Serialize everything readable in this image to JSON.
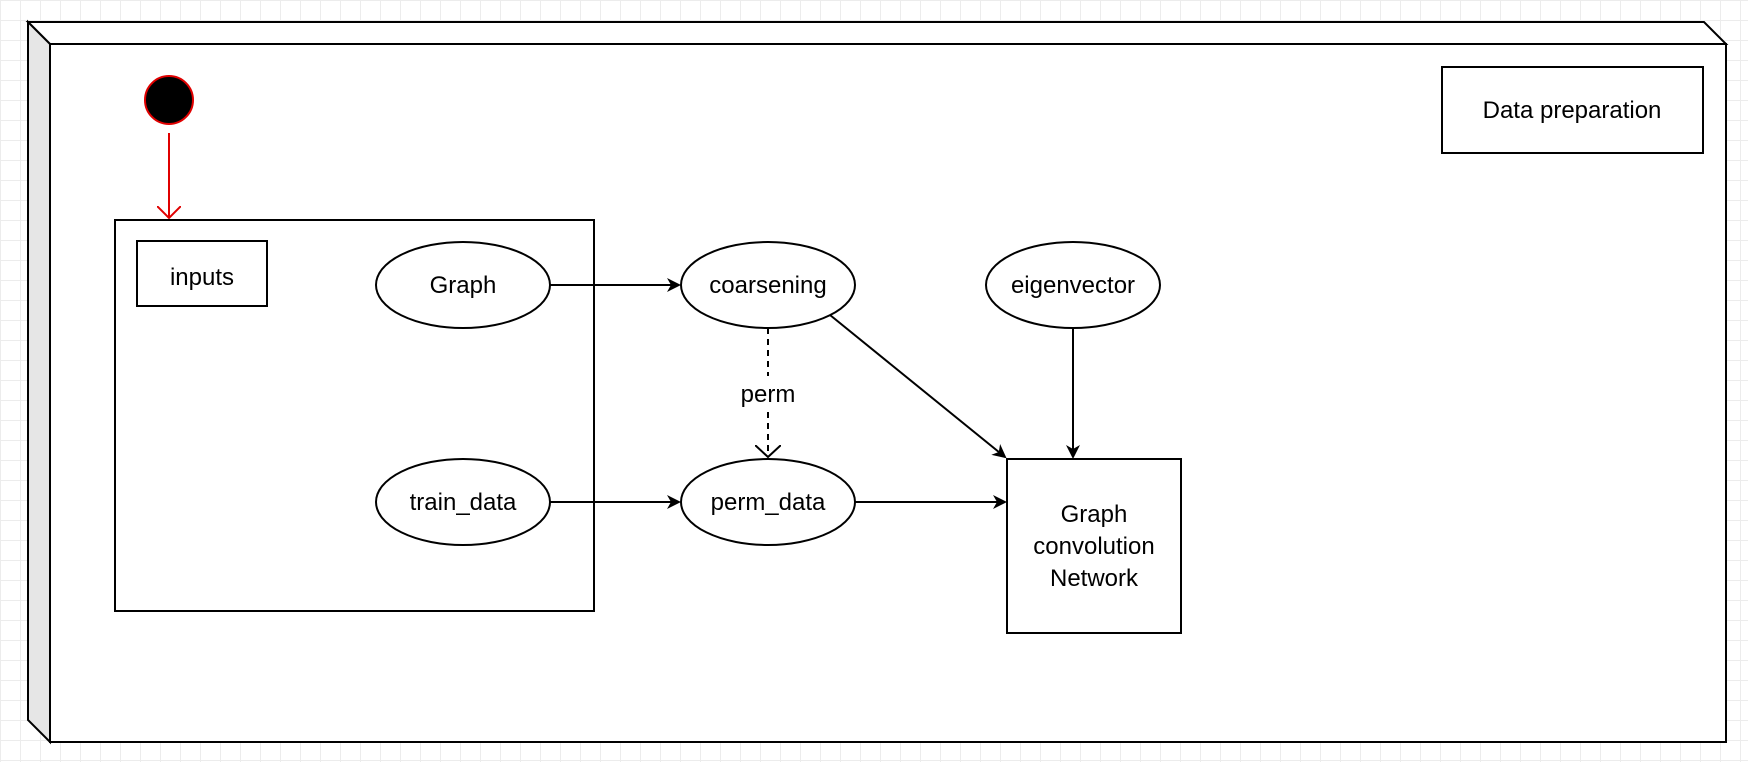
{
  "diagram": {
    "frame_label": "Data preparation",
    "inputs_label": "inputs",
    "nodes": {
      "graph": "Graph",
      "train_data": "train_data",
      "coarsening": "coarsening",
      "perm_data": "perm_data",
      "eigenvector": "eigenvector",
      "gcn_line1": "Graph",
      "gcn_line2": "convolution",
      "gcn_line3": "Network"
    },
    "edge_labels": {
      "perm": "perm"
    }
  },
  "colors": {
    "stroke": "#000000",
    "start_stroke": "#e00000",
    "start_fill": "#000000",
    "frame_side": "#e6e6e6",
    "grid": "#ececec"
  }
}
